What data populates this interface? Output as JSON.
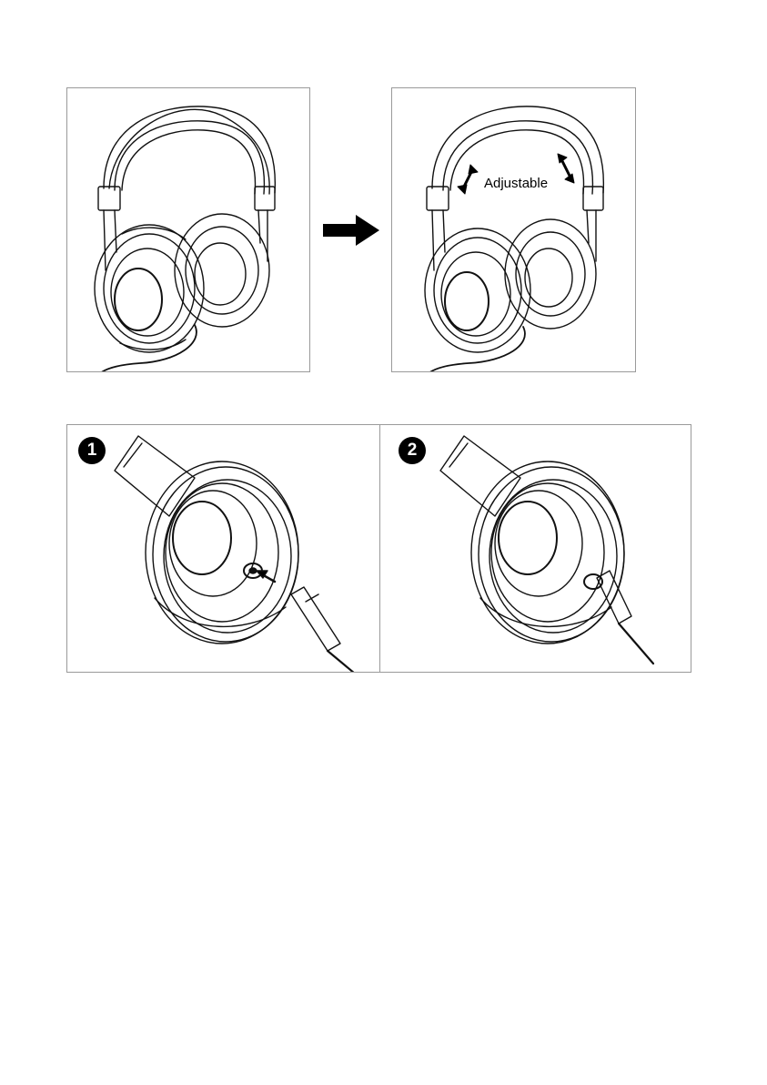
{
  "adjust_panel": {
    "label": "Adjustable"
  },
  "steps": [
    {
      "number": "1"
    },
    {
      "number": "2"
    }
  ],
  "icons": {
    "folded": "headphones-illustration",
    "transition": "right-arrow-icon",
    "adjustable": "headphones-adjustable-illustration",
    "adjust_arrows": "double-arrow-icon",
    "step1": "cable-insert-illustration",
    "step2": "cable-connected-illustration"
  }
}
